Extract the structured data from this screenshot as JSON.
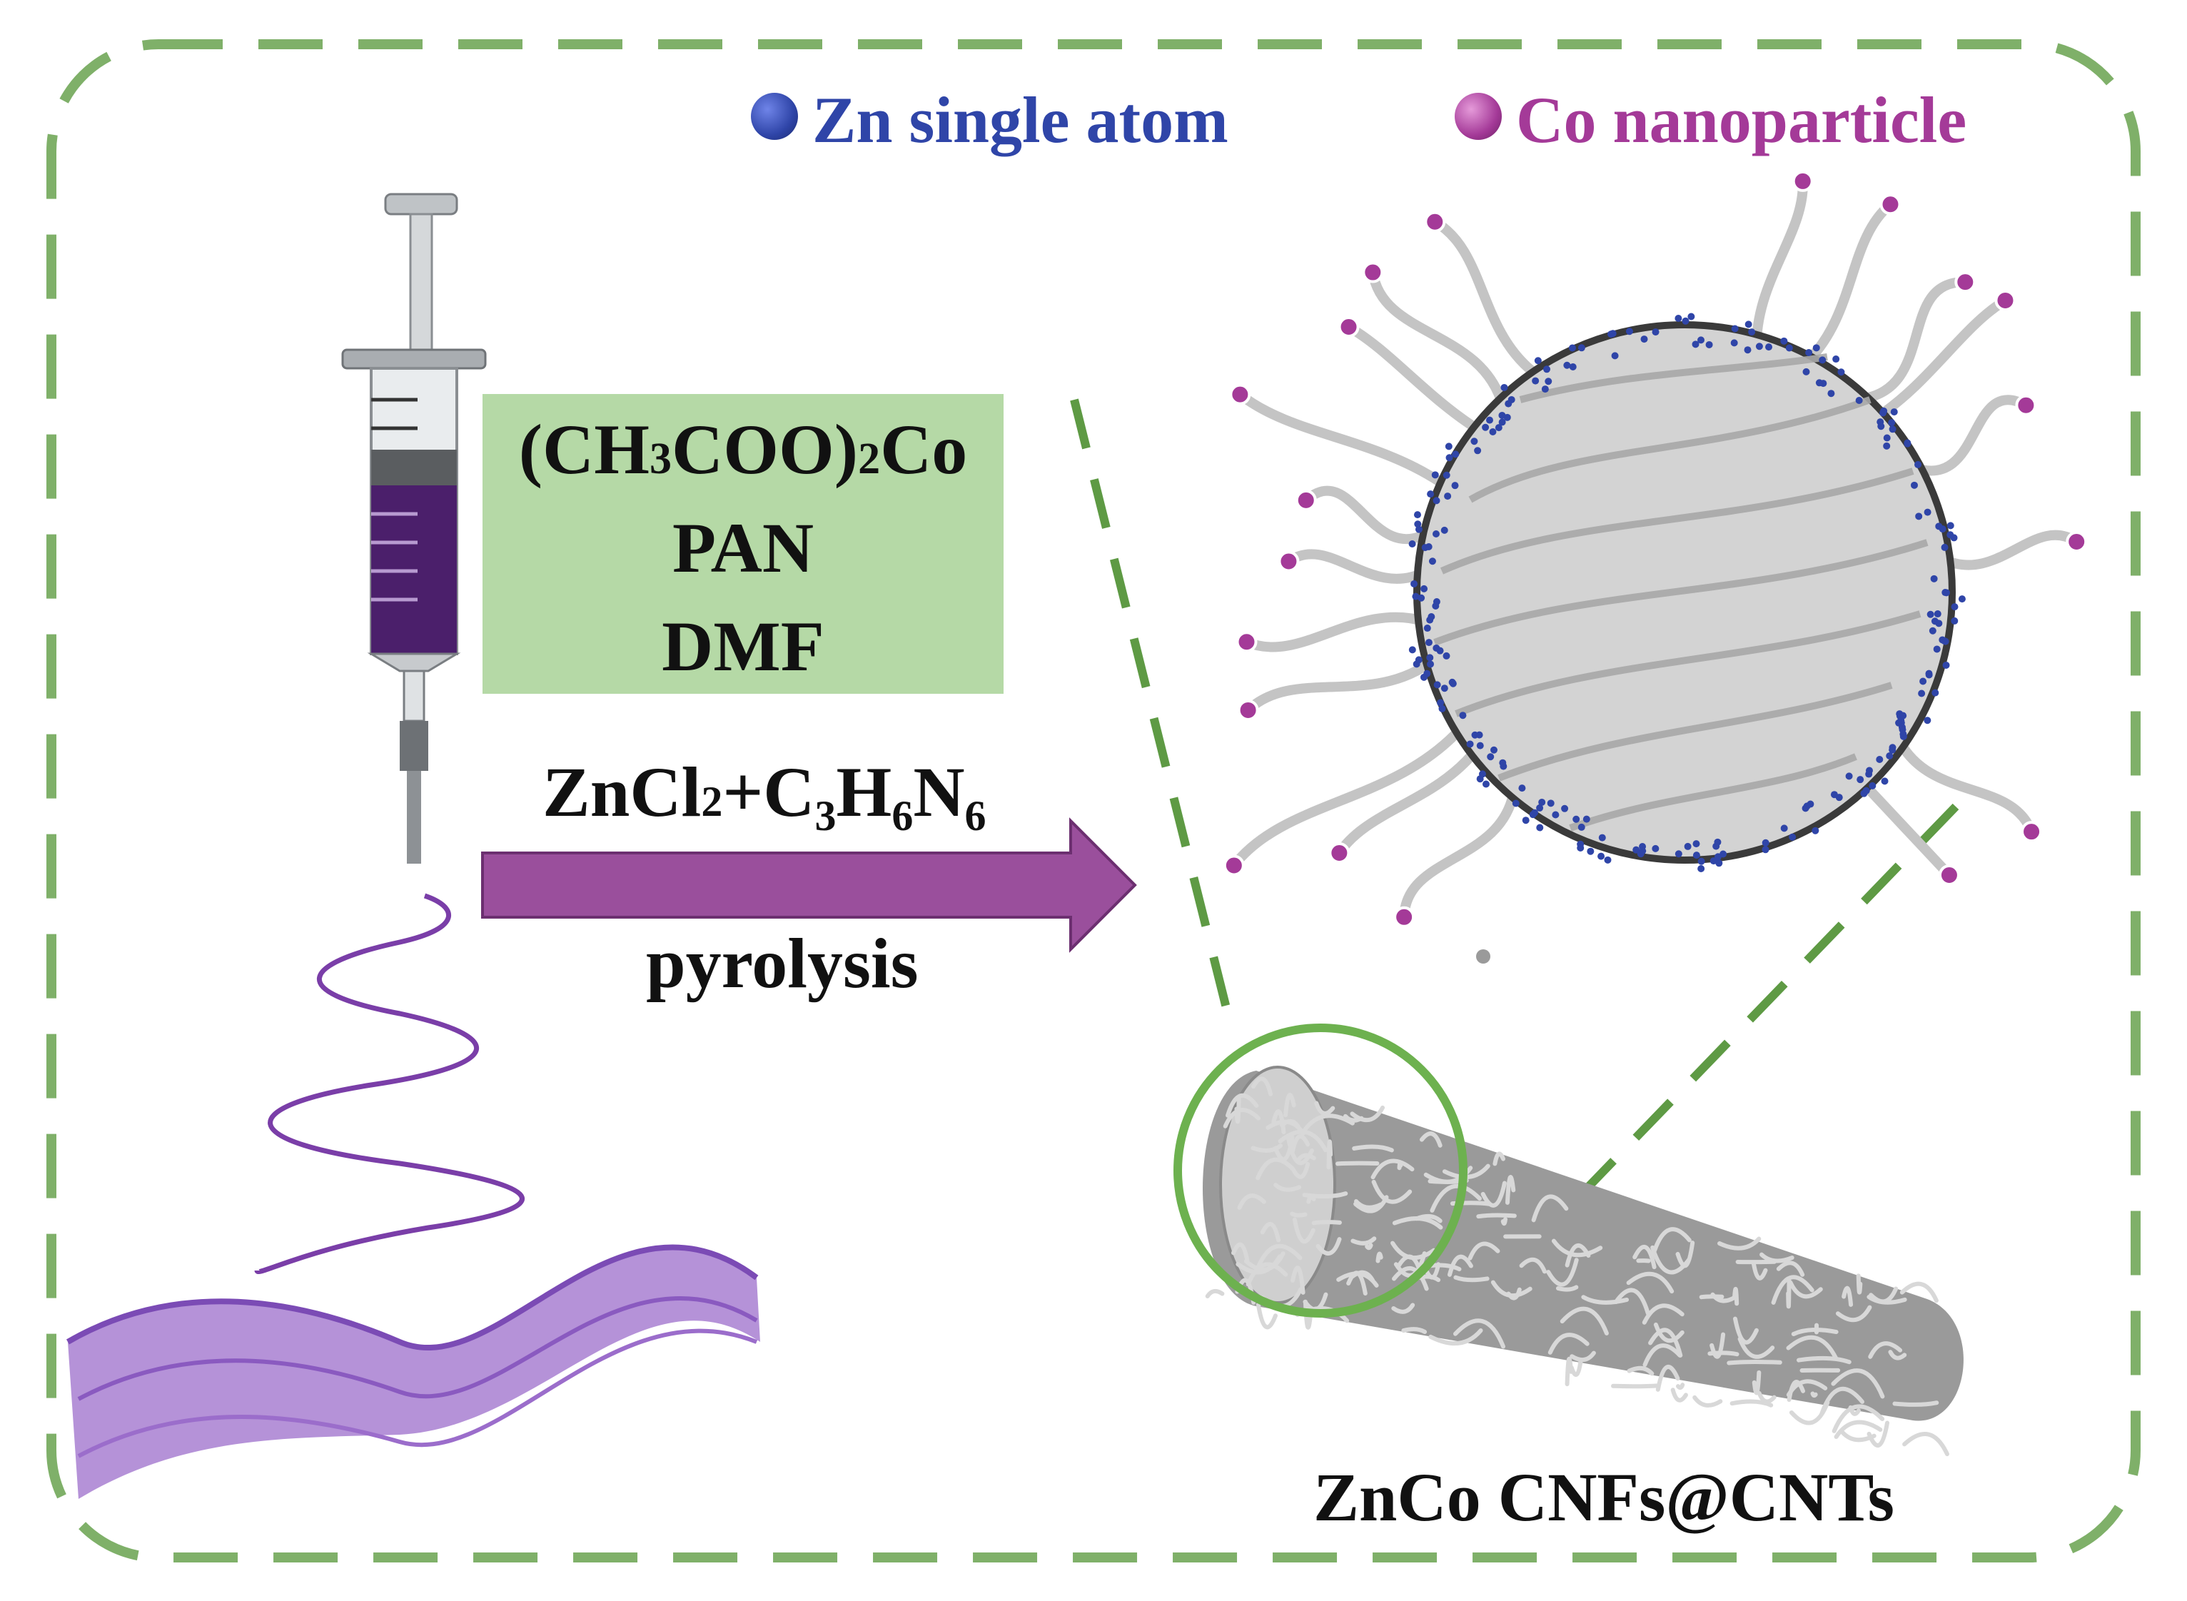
{
  "legend": {
    "zn_label": "Zn single atom",
    "co_label": "Co nanoparticle",
    "zn_color": "#2f45a8",
    "co_color": "#a43a98"
  },
  "precursors": {
    "line1_main": "(CH",
    "line1_sub": "3",
    "line1_mid": "COO)",
    "line1_sub2": "2",
    "line1_end": "Co",
    "line2": "PAN",
    "line3": "DMF"
  },
  "additive": {
    "p1": "ZnCl",
    "s1": "2",
    "p2": "+C",
    "s2": "3",
    "p3": "H",
    "s3": "6",
    "p4": "N",
    "s4": "6"
  },
  "process_label": "pyrolysis",
  "product_label": "ZnCo CNFs@CNTs",
  "colors": {
    "border": "#7fb069",
    "box": "#b5d9a6",
    "arrow": "#9a4f9c",
    "fiber": "#8b5cc4",
    "nanotube": "#c8c8c8",
    "zn_dot": "#2f45a8",
    "co_dot": "#a43a98",
    "circle_ring": "#6db14f"
  },
  "icons": [
    "syringe-icon",
    "fiber-mat-icon",
    "sphere-cross-section-icon",
    "cnf-cylinder-icon"
  ]
}
